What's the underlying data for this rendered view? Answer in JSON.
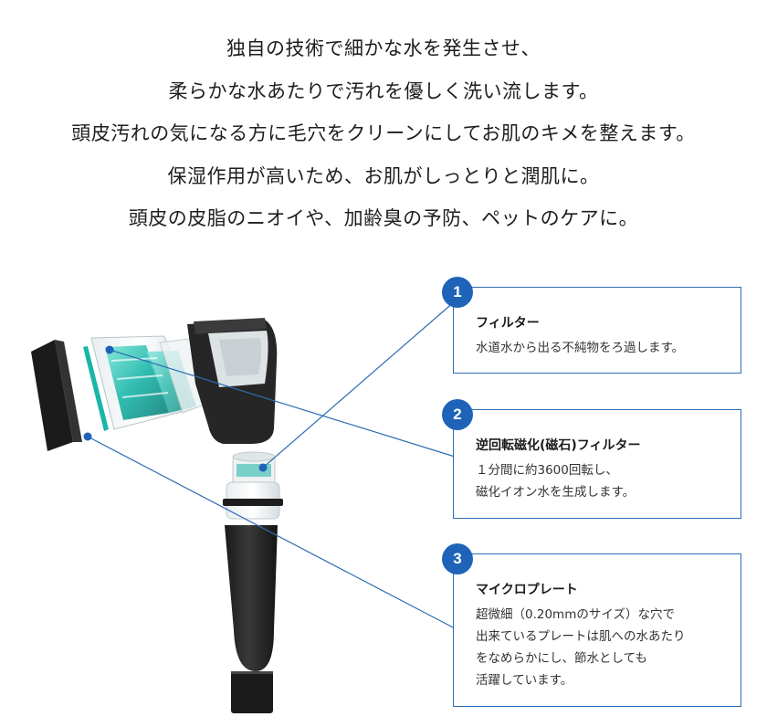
{
  "intro": {
    "lines": [
      "独自の技術で細かな水を発生させ、",
      "柔らかな水あたりで汚れを優しく洗い流します。",
      "頭皮汚れの気になる方に毛穴をクリーンにしてお肌のキメを整えます。",
      "保湿作用が高いため、お肌がしっとりと潤肌に。",
      "頭皮の皮脂のニオイや、加齢臭の予防、ペットのケアに。"
    ]
  },
  "features": [
    {
      "number": "1",
      "title": "フィルター",
      "lines": [
        "水道水から出る不純物をろ過します。"
      ]
    },
    {
      "number": "2",
      "title": "逆回転磁化(磁石)フィルター",
      "lines": [
        "１分間に約3600回転し、",
        "磁化イオン水を生成します。"
      ]
    },
    {
      "number": "3",
      "title": "マイクロプレート",
      "lines": [
        "超微細（0.20mmのサイズ）な穴で",
        "出来ているプレートは肌への水あたり",
        "をなめらかにし、節水としても",
        "活躍しています。"
      ]
    }
  ],
  "colors": {
    "accent": "#1e63b8",
    "box_border": "#2d6db3",
    "filter_teal": "#19b5a8",
    "body_dark": "#2b2b2b"
  }
}
